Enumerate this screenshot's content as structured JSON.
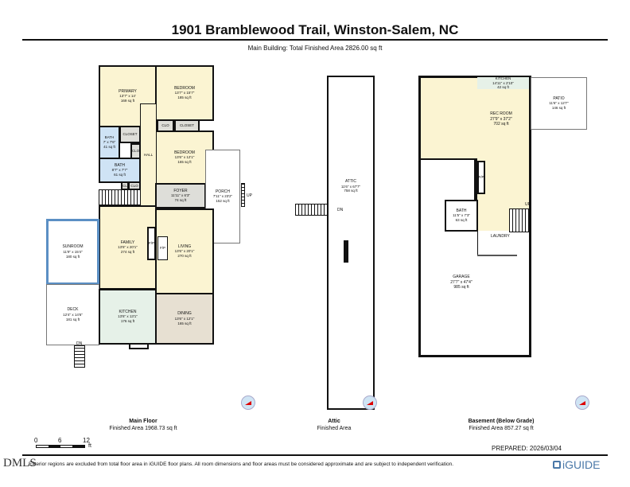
{
  "header": {
    "title": "1901 Bramblewood Trail, Winston-Salem, NC",
    "subtitle": "Main Building: Total Finished Area 2826.00 sq ft"
  },
  "main_floor": {
    "label": "Main Floor",
    "area": "Finished Area 1968.73 sq ft",
    "rooms": [
      {
        "name": "PRIMARY",
        "dims": "13'7\" x 14'",
        "area": "169 sq ft"
      },
      {
        "name": "BEDROOM",
        "dims": "13'7\" x 15'7\"",
        "area": "185 sq ft"
      },
      {
        "name": "BEDROOM",
        "dims": "13'6\" x 12'1\"",
        "area": "165 sq ft"
      },
      {
        "name": "BATH",
        "dims": "7' x 7'6\"",
        "area": "41 sq ft"
      },
      {
        "name": "BATH",
        "dims": "8'7\" x 7'7\"",
        "area": "61 sq ft"
      },
      {
        "name": "FOYER",
        "dims": "11'11\" x 6'3\"",
        "area": "74 sq ft"
      },
      {
        "name": "PORCH",
        "dims": "7'11\" x 23'2\"",
        "area": "152 sq ft"
      },
      {
        "name": "FAMILY",
        "dims": "13'6\" x 20'1\"",
        "area": "274 sq ft"
      },
      {
        "name": "LIVING",
        "dims": "13'6\" x 20'1\"",
        "area": "270 sq ft"
      },
      {
        "name": "SUNROOM",
        "dims": "11'9\" x 15'4\"",
        "area": "180 sq ft"
      },
      {
        "name": "DECK",
        "dims": "12'4\" x 14'6\"",
        "area": "181 sq ft"
      },
      {
        "name": "KITCHEN",
        "dims": "13'6\" x 13'1\"",
        "area": "176 sq ft"
      },
      {
        "name": "DINING",
        "dims": "13'6\" x 12'1\"",
        "area": "165 sq ft"
      }
    ],
    "small": {
      "closet": "CLOSET",
      "clo": "CLO",
      "cl": "CL",
      "hall": "HALL",
      "fp": "F/P",
      "up": "UP",
      "dn": "DN"
    }
  },
  "attic": {
    "label": "Attic",
    "area": "Finished Area",
    "room": {
      "name": "ATTIC",
      "dims": "11'6\" x 67'7\"",
      "area": "758 sq ft"
    },
    "dn": "DN"
  },
  "basement": {
    "label": "Basement (Below Grade)",
    "area": "Finished Area 857.27 sq ft",
    "rooms": [
      {
        "name": "KITCHEN",
        "dims": "14'11\" x 2'10\"",
        "area": "42 sq ft"
      },
      {
        "name": "REC ROOM",
        "dims": "27'9\" x 37'2\"",
        "area": "702 sq ft"
      },
      {
        "name": "PATIO",
        "dims": "11'6\" x 12'7\"",
        "area": "146 sq ft"
      },
      {
        "name": "BATH",
        "dims": "11'5\" x 7'3\"",
        "area": "63 sq ft"
      },
      {
        "name": "GARAGE",
        "dims": "27'7\" x 47'4\"",
        "area": "985 sq ft"
      }
    ],
    "laundry": "LAUNDRY",
    "fp": "F/P",
    "up": "UP"
  },
  "scale": {
    "ticks": [
      "0",
      "6",
      "12"
    ],
    "unit": "ft"
  },
  "prepared": "PREPARED: 2026/03/04",
  "footer": {
    "disclaimer": "Exterior regions are excluded from total floor area in iGUIDE floor plans. All room dimensions and floor areas must be considered approximate and are subject to independent verification.",
    "brand": "iGUIDE",
    "watermark": "DMLS"
  }
}
